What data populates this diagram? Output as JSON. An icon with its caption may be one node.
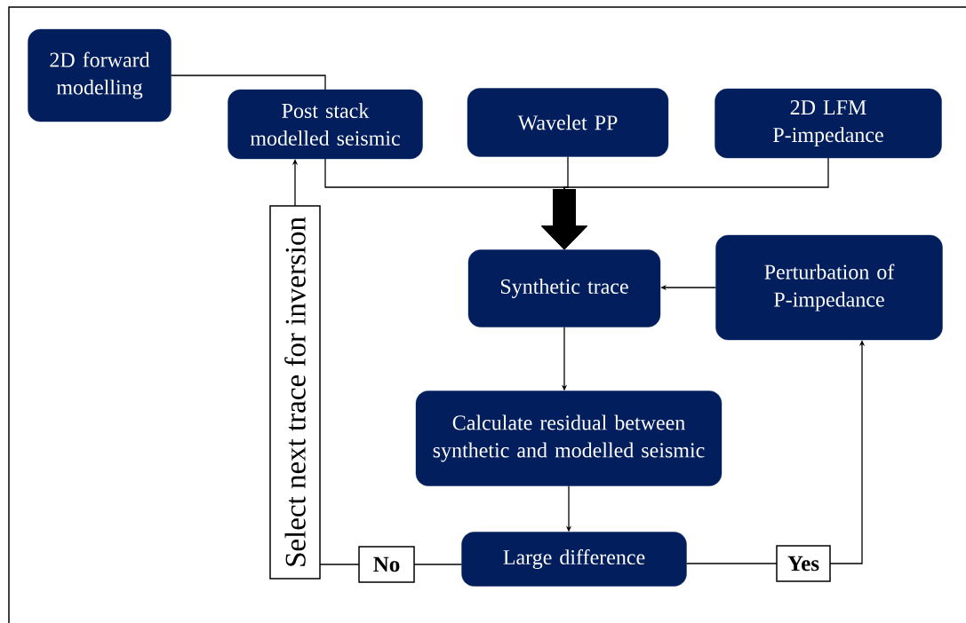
{
  "diagram": {
    "nodes": [
      {
        "text": [
          "2D forward modelling"
        ]
      },
      {
        "text": [
          "Post stack modelled seismic"
        ]
      },
      {
        "text": [
          "Wavelet PP"
        ]
      },
      {
        "text": [
          "2D LFM P-impedance"
        ]
      },
      {
        "text": [
          "Synthetic trace"
        ]
      },
      {
        "text": [
          "Perturbation of P-impedance"
        ]
      },
      {
        "text": [
          "Calculate residual between synthetic and modelled seismic"
        ]
      },
      {
        "text": [
          "Large difference"
        ]
      },
      {
        "text": [
          "Select next trace for inversion"
        ]
      },
      {
        "text": [
          "No"
        ]
      },
      {
        "text": [
          "Yes"
        ]
      }
    ],
    "edges": [
      {
        "from": 0,
        "to": 1,
        "arrow": "none"
      },
      {
        "from": 1,
        "to": 4,
        "arrow": "to"
      },
      {
        "from": 2,
        "to": 4,
        "arrow": "to"
      },
      {
        "from": 3,
        "to": 4,
        "arrow": "to"
      },
      {
        "from": 5,
        "to": 4,
        "arrow": "to"
      },
      {
        "from": 4,
        "to": 6,
        "arrow": "to"
      },
      {
        "from": 6,
        "to": 7,
        "arrow": "to"
      },
      {
        "from": 7,
        "to": 9,
        "arrow": "none"
      },
      {
        "from": 9,
        "to": 8,
        "arrow": "none"
      },
      {
        "from": 8,
        "to": 1,
        "arrow": "to"
      },
      {
        "from": 7,
        "to": 10,
        "arrow": "none"
      },
      {
        "from": 10,
        "to": 5,
        "arrow": "to"
      }
    ]
  }
}
